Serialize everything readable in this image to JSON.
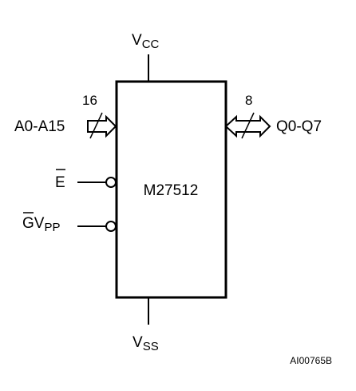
{
  "chip": {
    "name": "M27512"
  },
  "power": {
    "top": {
      "base": "V",
      "sub": "CC"
    },
    "bottom": {
      "base": "V",
      "sub": "SS"
    }
  },
  "address_bus": {
    "label": "A0-A15",
    "width": "16"
  },
  "data_bus": {
    "label": "Q0-Q7",
    "width": "8"
  },
  "control": {
    "enable": {
      "text": "E"
    },
    "output_enable": {
      "g": "G",
      "v": "V",
      "sub": "PP"
    }
  },
  "figure_code": "AI00765B",
  "colors": {
    "stroke": "#000000",
    "background": "#ffffff"
  }
}
